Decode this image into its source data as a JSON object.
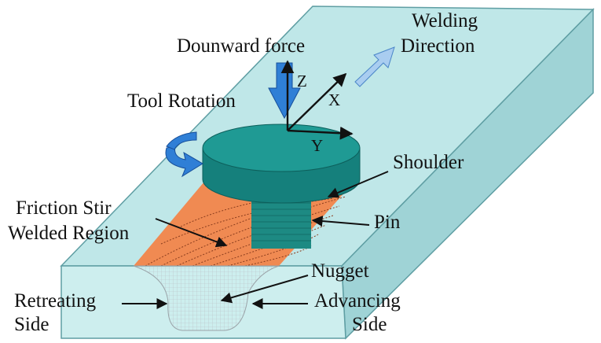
{
  "labels": {
    "downward_force": "Dounward force",
    "welding_direction_line1": "Welding",
    "welding_direction_line2": "Direction",
    "tool_rotation": "Tool Rotation",
    "axis_z": "Z",
    "axis_x": "X",
    "axis_y": "Y",
    "shoulder": "Shoulder",
    "friction_stir_line1": "Friction Stir",
    "friction_stir_line2": "Welded Region",
    "pin": "Pin",
    "nugget": "Nugget",
    "retreating_line1": "Retreating",
    "retreating_line2": "Side",
    "advancing_line1": "Advancing",
    "advancing_line2": "Side"
  },
  "colors": {
    "plate_top": "#bfe7e8",
    "plate_front": "#cdeeee",
    "plate_side": "#9fd3d6",
    "plate_edge": "#5f9ea3",
    "weld_region": "#f08a52",
    "weld_stripes": "#8a3d1e",
    "shoulder_top": "#1f9a94",
    "shoulder_side": "#15807c",
    "pin": "#1d8a83",
    "arrow_blue": "#2f7fd6",
    "nugget_fill": "#e7eaec"
  },
  "icons": {
    "rotation_arrow": "curved-arrow-icon",
    "downward_arrow": "down-arrow-icon",
    "direction_arrow": "diagonal-arrow-icon"
  }
}
